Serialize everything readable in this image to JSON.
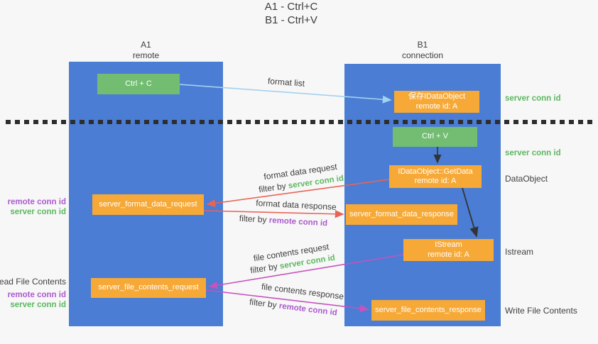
{
  "title": {
    "line1": "A1 - Ctrl+C",
    "line2": "B1 - Ctrl+V"
  },
  "lifelines": {
    "a": {
      "name": "A1",
      "role": "remote"
    },
    "b": {
      "name": "B1",
      "role": "connection"
    }
  },
  "boxes": {
    "ctrl_c": {
      "label": "Ctrl + C"
    },
    "save_idataobject": {
      "line1": "保存IDataObject",
      "line2": "remote id: A"
    },
    "ctrl_v": {
      "label": "Ctrl + V"
    },
    "getdata": {
      "line1": "IDataObject::GetData",
      "line2": "remote id: A"
    },
    "format_request": {
      "label": "server_format_data_request"
    },
    "format_response": {
      "label": "server_format_data_response"
    },
    "istream": {
      "line1": "IStream",
      "line2": "remote id: A"
    },
    "file_request": {
      "label": "server_file_contents_request"
    },
    "file_response": {
      "label": "server_file_contents_response"
    }
  },
  "arrow_labels": {
    "format_list": "format list",
    "format_data_request": {
      "line1": "format data request",
      "filter_prefix": "filter by ",
      "filter_value": "server conn id"
    },
    "format_data_response": {
      "line1": "format data response",
      "filter_prefix": "filter by ",
      "filter_value": "remote conn id"
    },
    "file_contents_request": {
      "line1": "file contents request",
      "filter_prefix": "filter by ",
      "filter_value": "server conn id"
    },
    "file_contents_response": {
      "line1": "file contents response",
      "filter_prefix": "filter by ",
      "filter_value": "remote conn id"
    }
  },
  "side_labels": {
    "left": {
      "remote_conn_id_1": "remote conn id",
      "server_conn_id_1": "server conn id",
      "read_file_contents": "Read File Contents",
      "remote_conn_id_2": "remote conn id",
      "server_conn_id_2": "server conn id"
    },
    "right": {
      "server_conn_id_1": "server conn id",
      "server_conn_id_2": "server conn id",
      "dataobject": "DataObject",
      "istream": "Istream",
      "write_file_contents": "Write File Contents"
    }
  },
  "colors": {
    "background": "#f7f7f7",
    "lifeline_blue": "#4a7dd3",
    "box_orange": "#f7a937",
    "box_green": "#72bd72",
    "arrow_light_blue": "#a3d1f0",
    "arrow_red": "#e96456",
    "arrow_magenta": "#c553c0",
    "arrow_black": "#333333",
    "label_green": "#5cb860",
    "label_purple": "#ab5bce",
    "separator_black": "#2e2e2e"
  }
}
